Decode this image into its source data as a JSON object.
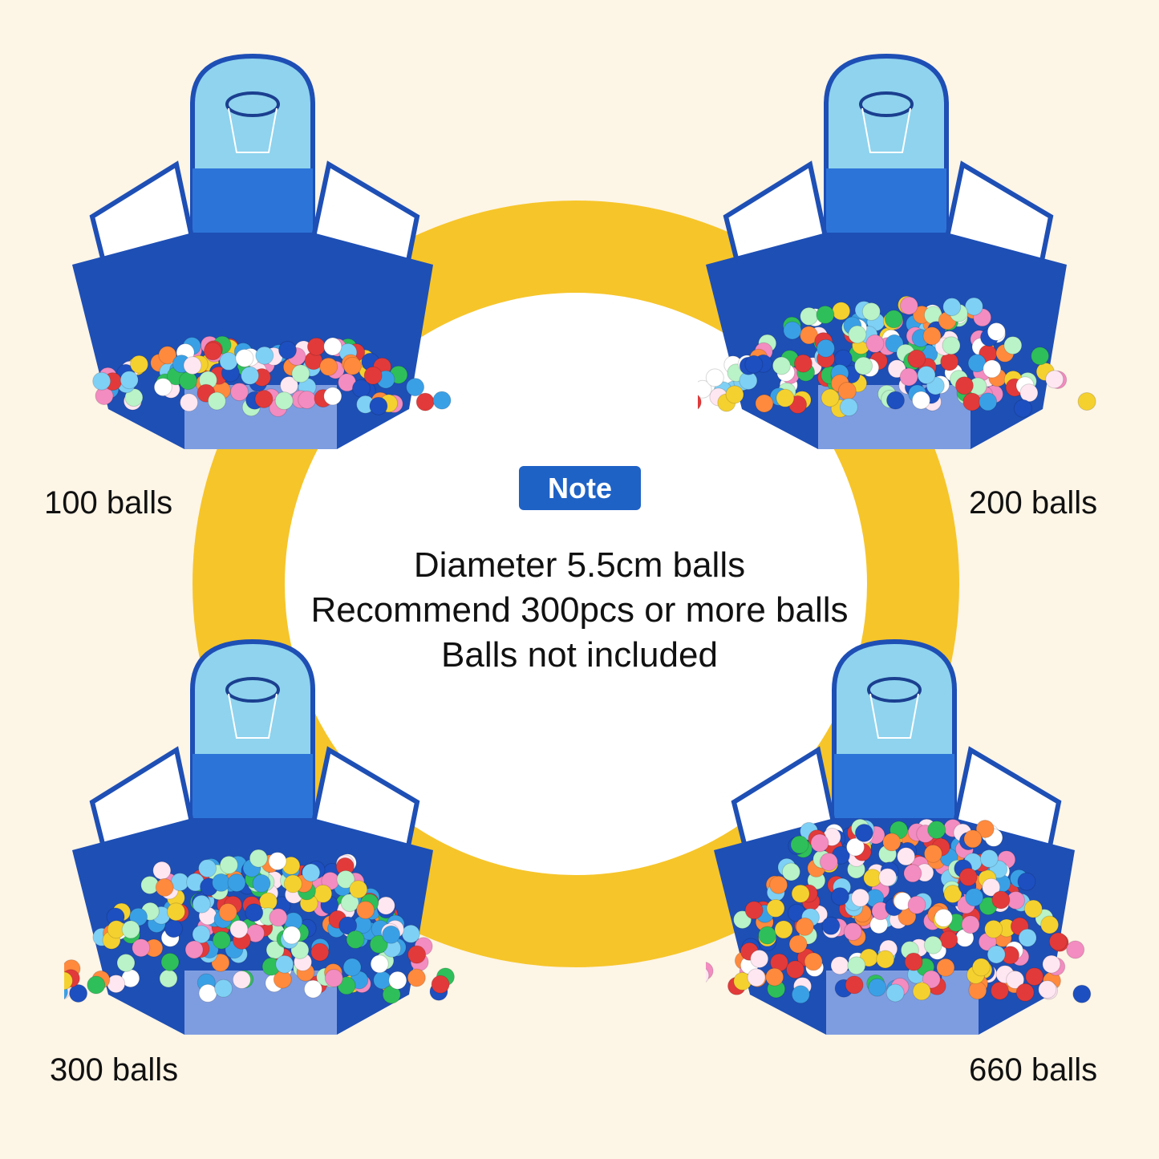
{
  "note": {
    "badge": "Note",
    "lines": [
      "Diameter 5.5cm balls",
      "Recommend 300pcs or more balls",
      "Balls not included"
    ]
  },
  "pits": [
    {
      "label": "100 balls",
      "fill_level": 0.35
    },
    {
      "label": "200 balls",
      "fill_level": 0.6
    },
    {
      "label": "300 balls",
      "fill_level": 0.8
    },
    {
      "label": "660 balls",
      "fill_level": 1.0
    }
  ],
  "colors": {
    "background": "#fdf5e6",
    "ring": "#f6c52a",
    "badge": "#1f62c6",
    "pit_blue": "#1e4fb5"
  }
}
